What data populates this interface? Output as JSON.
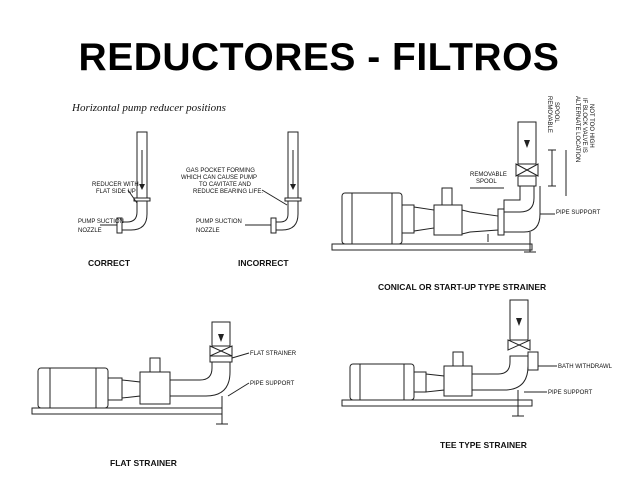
{
  "title": "REDUCTORES - FILTROS",
  "panels": {
    "reducer": {
      "heading": "Horizontal pump reducer positions",
      "correct": {
        "caption": "CORRECT",
        "label_reducer_1": "REDUCER WITH",
        "label_reducer_2": "FLAT SIDE UP",
        "label_suction_1": "PUMP SUCTION",
        "label_suction_2": "NOZZLE"
      },
      "incorrect": {
        "caption": "INCORRECT",
        "label_gas_1": "GAS POCKET FORMING",
        "label_gas_2": "WHICH CAN CAUSE PUMP",
        "label_gas_3": "TO CAVITATE AND",
        "label_gas_4": "REDUCE BEARING LIFE.",
        "label_suction_1": "PUMP SUCTION",
        "label_suction_2": "NOZZLE"
      }
    },
    "conical": {
      "caption": "CONICAL OR START-UP TYPE STRAINER",
      "label_removable_1": "REMOVABLE",
      "label_removable_2": "SPOOL",
      "label_vert_removable_1": "REMOVABLE",
      "label_vert_removable_2": "SPOOL",
      "label_alt_1": "ALTERNATE LOCATION",
      "label_alt_2": "IF BLOCK VALVE IS",
      "label_alt_3": "NOT TOO HIGH",
      "label_support": "PIPE SUPPORT"
    },
    "flat": {
      "caption": "FLAT STRAINER",
      "label_strainer": "FLAT STRAINER",
      "label_support": "PIPE SUPPORT"
    },
    "tee": {
      "caption": "TEE TYPE STRAINER",
      "label_withdrawl": "BATH WITHDRAWL",
      "label_support": "PIPE SUPPORT"
    }
  }
}
